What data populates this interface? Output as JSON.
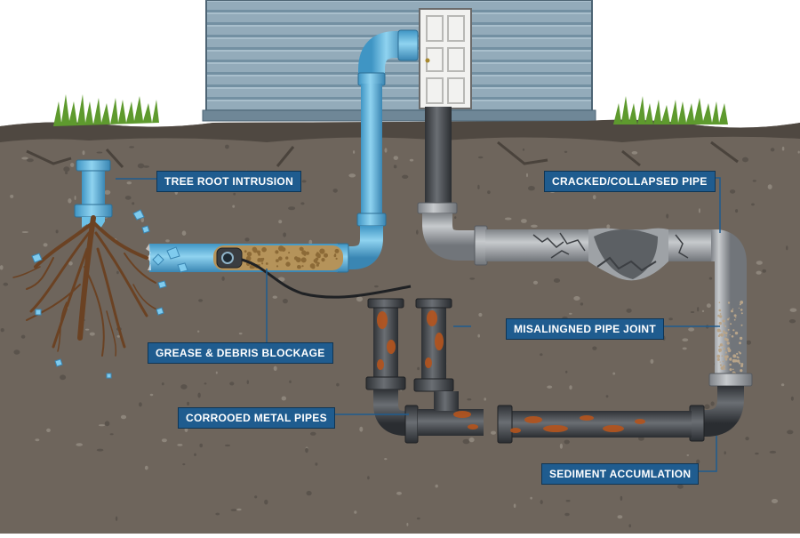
{
  "labels": {
    "tree_root": "TREE ROOT INTRUSION",
    "grease": "GREASE & DEBRIS BLOCKAGE",
    "corroded": "CORROOED METAL PIPES",
    "cracked": "CRACKED/COLLAPSED PIPE",
    "misaligned": "MISALINGNED PIPE JOINT",
    "sediment": "SEDIMENT ACCUMLATION"
  },
  "colors": {
    "soil": "#6e655c",
    "siding": "#8fa9b8",
    "grass": "#5e9a2e",
    "pvc_blue": "#6cc0e6",
    "gray_pipe": "#9a9ea3",
    "dark_pipe": "#4a4d52",
    "rust": "#b5541d",
    "label_bg": "#1f5c8f"
  }
}
